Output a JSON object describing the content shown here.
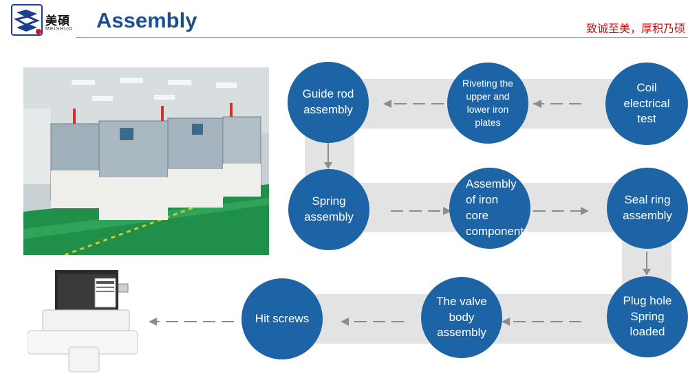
{
  "header": {
    "logo_cn": "美碩",
    "logo_en": "MEISHUO",
    "title": "Assembly",
    "slogan": "致诚至美，厚积乃硕"
  },
  "colors": {
    "title": "#1f4e8c",
    "node": "#1c64a5",
    "band": "#e3e3e3",
    "arrow": "#8c8c8c",
    "slogan": "#cc1111"
  },
  "flow": {
    "steps": [
      {
        "id": "coil",
        "label": "Coil\nelectrical\ntest"
      },
      {
        "id": "riveting",
        "label": "Riveting the\nupper and\nlower iron\nplates"
      },
      {
        "id": "guide",
        "label": "Guide rod\nassembly"
      },
      {
        "id": "spring",
        "label": "Spring\nassembly"
      },
      {
        "id": "iron-core",
        "label": "Assembly\nof iron\ncore\ncomponents"
      },
      {
        "id": "seal",
        "label": "Seal ring\nassembly"
      },
      {
        "id": "plug",
        "label": "Plug hole\nSpring\nloaded"
      },
      {
        "id": "valve-body",
        "label": "The valve\nbody\nassembly"
      },
      {
        "id": "screws",
        "label": "Hit screws"
      }
    ]
  }
}
